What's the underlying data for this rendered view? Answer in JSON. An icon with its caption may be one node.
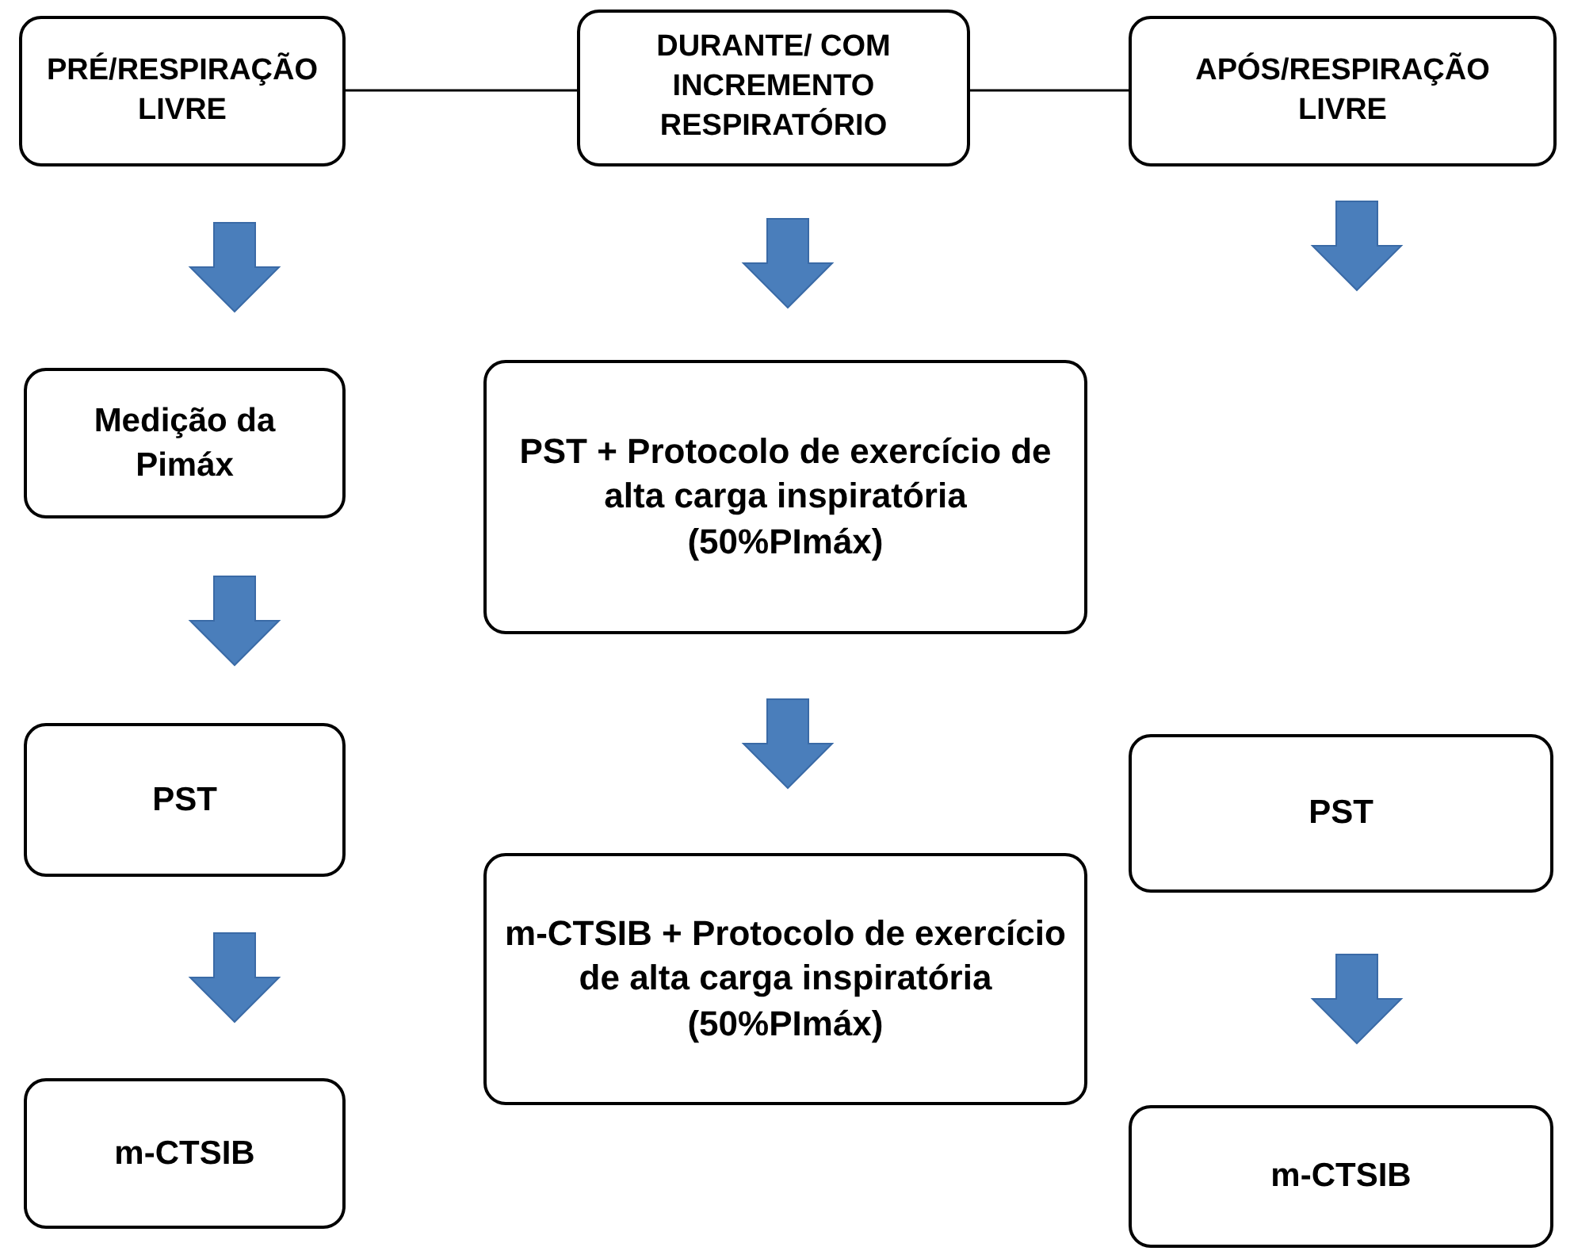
{
  "diagram": {
    "nodes": [
      {
        "text": [
          "PRÉ/RESPIRAÇÃO LIVRE"
        ]
      },
      {
        "text": [
          "DURANTE/ COM INCREMENTO RESPIRATÓRIO"
        ]
      },
      {
        "text": [
          "APÓS/RESPIRAÇÃO LIVRE"
        ]
      },
      {
        "text": [
          "Medição da Pimáx"
        ]
      },
      {
        "text": [
          "PST + Protocolo de exercício de alta carga inspiratória (50%PImáx)"
        ]
      },
      {
        "text": [
          "PST"
        ]
      },
      {
        "text": [
          "m-CTSIB + Protocolo de exercício de alta carga inspiratória (50%PImáx)"
        ]
      },
      {
        "text": [
          "PST"
        ]
      },
      {
        "text": [
          "m-CTSIB"
        ]
      },
      {
        "text": [
          "m-CTSIB"
        ]
      }
    ],
    "edges": [
      {
        "from": 0,
        "to": 1,
        "arrow": "none"
      },
      {
        "from": 1,
        "to": 2,
        "arrow": "none"
      },
      {
        "from": 0,
        "to": 3,
        "arrow": "to",
        "style": "thick",
        "color": "#4a7ebb"
      },
      {
        "from": 1,
        "to": 4,
        "arrow": "to",
        "style": "thick",
        "color": "#4a7ebb"
      },
      {
        "from": 2,
        "to": null,
        "arrow": "to",
        "style": "thick",
        "color": "#4a7ebb"
      },
      {
        "from": 3,
        "to": 5,
        "arrow": "to",
        "style": "thick",
        "color": "#4a7ebb"
      },
      {
        "from": 4,
        "to": 6,
        "arrow": "to",
        "style": "thick",
        "color": "#4a7ebb"
      },
      {
        "from": 5,
        "to": 8,
        "arrow": "to",
        "style": "thick",
        "color": "#4a7ebb"
      },
      {
        "from": 7,
        "to": 9,
        "arrow": "to",
        "style": "thick",
        "color": "#4a7ebb"
      }
    ]
  }
}
